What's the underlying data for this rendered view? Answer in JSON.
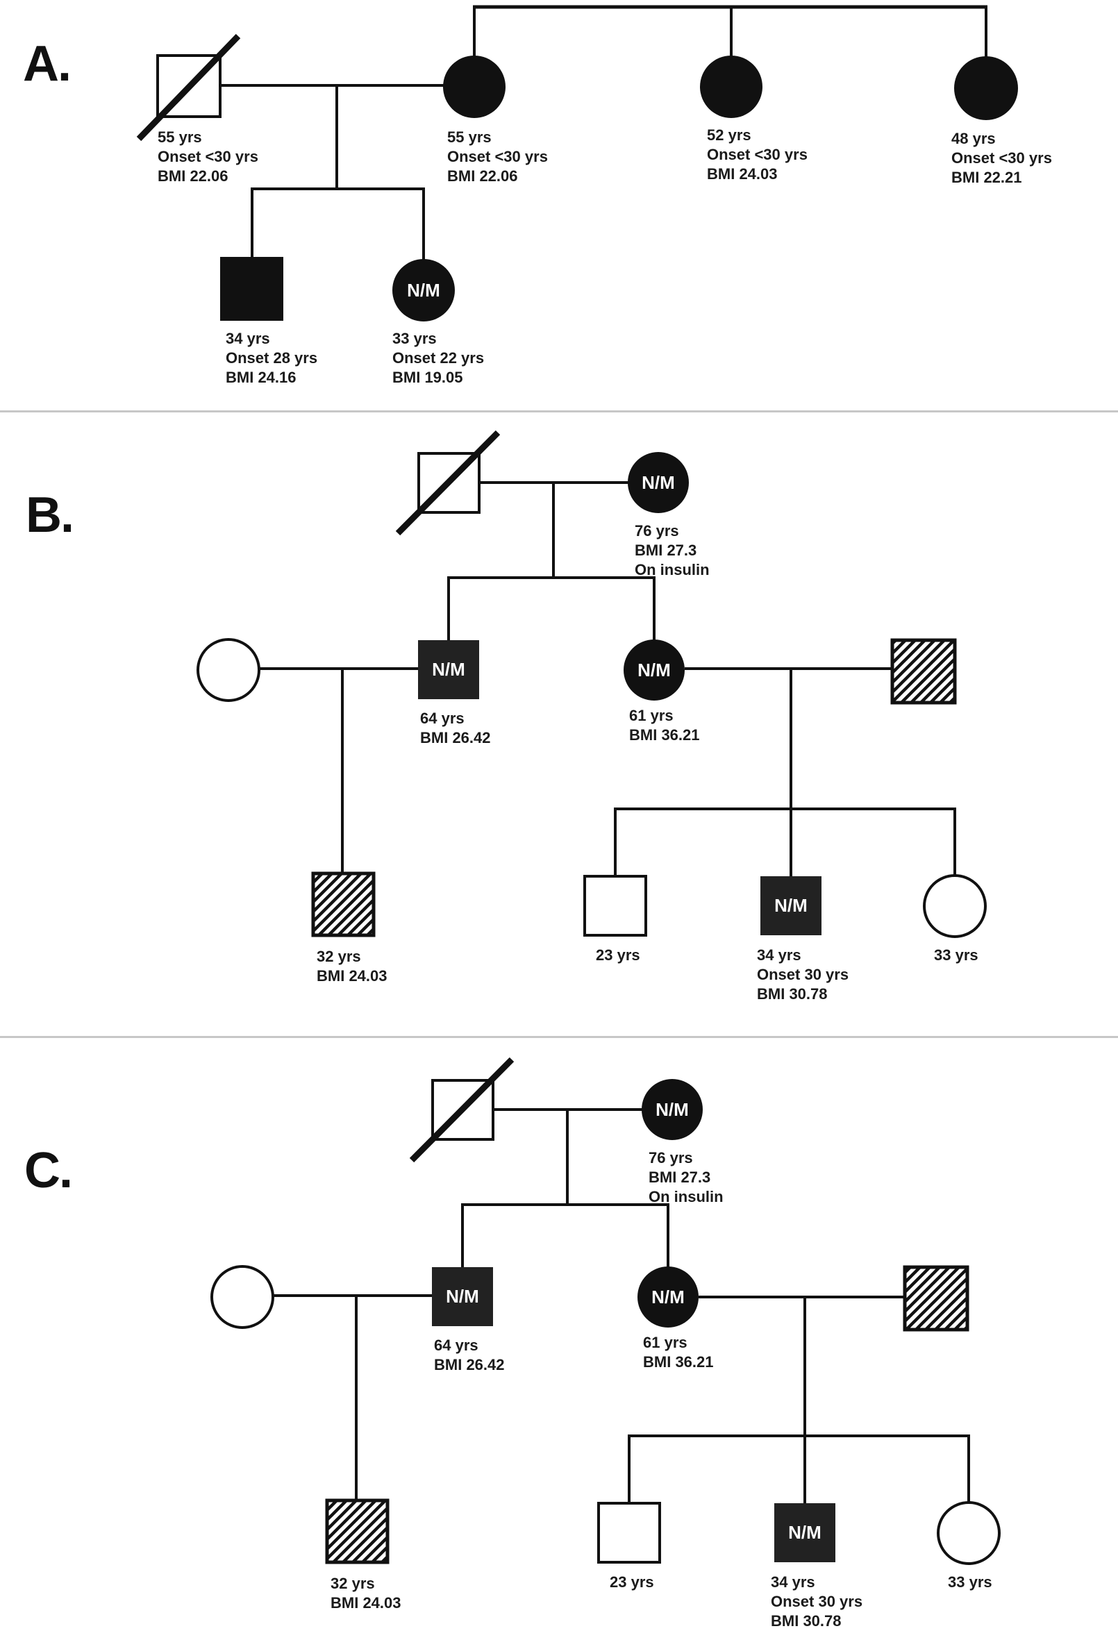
{
  "figure_type": "family-pedigree-diagram",
  "colors": {
    "affected_fill": "#111111",
    "nm_square_fill": "#222222",
    "unaffected_fill": "#ffffff",
    "line_color": "#111111",
    "divider_color": "#c7c7c7",
    "text_color": "#1a1a1a",
    "symbol_label_color": "#ffffff"
  },
  "panels": [
    {
      "label": "A.",
      "persons": [
        {
          "role": "father-deceased-affected",
          "label_lines": [
            "55 yrs",
            "Onset <30 yrs",
            "BMI 22.06"
          ]
        },
        {
          "role": "mother-affected",
          "label_lines": [
            "55 yrs",
            "Onset <30 yrs",
            "BMI 22.06"
          ]
        },
        {
          "role": "maternal-aunt-affected",
          "label_lines": [
            "52 yrs",
            "Onset <30 yrs",
            "BMI 24.03"
          ]
        },
        {
          "role": "maternal-aunt-affected",
          "label_lines": [
            "48 yrs",
            "Onset <30 yrs",
            "BMI 22.21"
          ]
        },
        {
          "role": "son-affected",
          "label_lines": [
            "34 yrs",
            "Onset 28 yrs",
            "BMI 24.16"
          ]
        },
        {
          "role": "daughter-affected",
          "symbol_text": "N/M",
          "label_lines": [
            "33 yrs",
            "Onset 22 yrs",
            "BMI 19.05"
          ]
        }
      ]
    },
    {
      "label": "B.",
      "persons": [
        {
          "role": "grandfather-deceased",
          "label_lines": []
        },
        {
          "role": "grandmother-affected",
          "symbol_text": "N/M",
          "label_lines": [
            "76 yrs",
            "BMI 27.3",
            "On insulin"
          ]
        },
        {
          "role": "spouse-unaffected-female",
          "label_lines": []
        },
        {
          "role": "son-affected",
          "symbol_text": "N/M",
          "label_lines": [
            "64 yrs",
            "BMI 26.42"
          ]
        },
        {
          "role": "daughter-affected",
          "symbol_text": "N/M",
          "label_lines": [
            "61 yrs",
            "BMI 36.21"
          ]
        },
        {
          "role": "spouse-carrier-male",
          "label_lines": []
        },
        {
          "role": "grandson-carrier",
          "label_lines": [
            "32 yrs",
            "BMI 24.03"
          ]
        },
        {
          "role": "grandson-unaffected",
          "label_lines": [
            "23 yrs"
          ]
        },
        {
          "role": "grandson-affected",
          "symbol_text": "N/M",
          "label_lines": [
            "34 yrs",
            "Onset 30 yrs",
            "BMI 30.78"
          ]
        },
        {
          "role": "granddaughter-unaffected",
          "label_lines": [
            "33 yrs"
          ]
        }
      ]
    },
    {
      "label": "C.",
      "persons": [
        {
          "role": "grandfather-deceased",
          "label_lines": []
        },
        {
          "role": "grandmother-affected",
          "symbol_text": "N/M",
          "label_lines": [
            "76 yrs",
            "BMI 27.3",
            "On insulin"
          ]
        },
        {
          "role": "spouse-unaffected-female",
          "label_lines": []
        },
        {
          "role": "son-affected",
          "symbol_text": "N/M",
          "label_lines": [
            "64 yrs",
            "BMI 26.42"
          ]
        },
        {
          "role": "daughter-affected",
          "symbol_text": "N/M",
          "label_lines": [
            "61 yrs",
            "BMI 36.21"
          ]
        },
        {
          "role": "spouse-carrier-male",
          "label_lines": []
        },
        {
          "role": "grandson-carrier",
          "label_lines": [
            "32 yrs",
            "BMI 24.03"
          ]
        },
        {
          "role": "grandson-unaffected",
          "label_lines": [
            "23 yrs"
          ]
        },
        {
          "role": "grandson-affected",
          "symbol_text": "N/M",
          "label_lines": [
            "34 yrs",
            "Onset 30 yrs",
            "BMI 30.78"
          ]
        },
        {
          "role": "granddaughter-unaffected",
          "label_lines": [
            "33 yrs"
          ]
        }
      ]
    }
  ]
}
